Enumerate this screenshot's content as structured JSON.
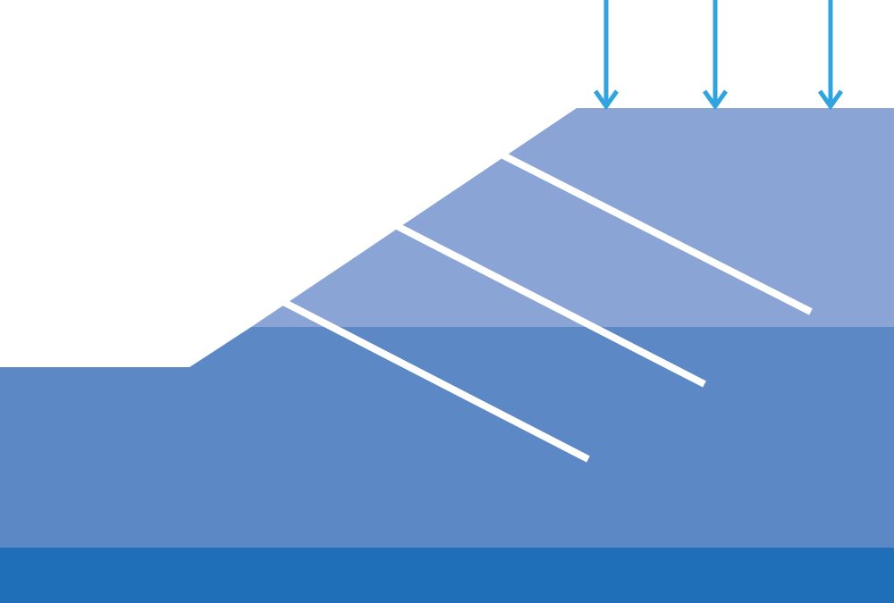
{
  "diagram": {
    "layers": [
      {
        "name": "upper-soil-layer",
        "color": "#8aa4d6"
      },
      {
        "name": "lower-soil-layer",
        "color": "#5c88c6"
      },
      {
        "name": "bedrock-layer",
        "color": "#1f6eb8"
      }
    ],
    "reinforcement": {
      "color": "#ffffff",
      "count": 3
    },
    "load_arrows": {
      "color": "#31a4e0",
      "count": 3,
      "direction": "down"
    }
  }
}
